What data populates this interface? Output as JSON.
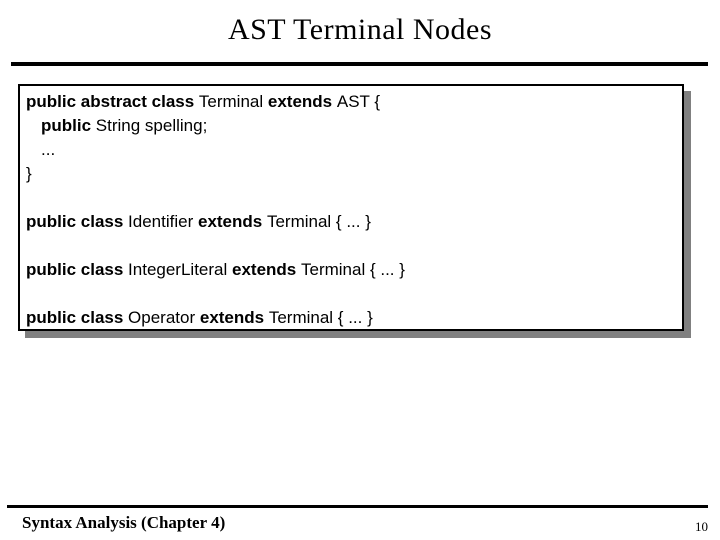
{
  "slide": {
    "title": "AST Terminal Nodes",
    "footer": {
      "label": "Syntax Analysis (Chapter 4)",
      "page_number": "10"
    },
    "colors": {
      "background": "#ffffff",
      "text": "#000000",
      "box_border": "#000000",
      "box_shadow": "#808080"
    }
  },
  "code_box": {
    "lines": [
      {
        "indent": 0,
        "segments": [
          {
            "t": "public abstract class ",
            "b": true
          },
          {
            "t": "Terminal ",
            "b": false
          },
          {
            "t": "extends ",
            "b": true
          },
          {
            "t": "AST {",
            "b": false
          }
        ]
      },
      {
        "indent": 1,
        "segments": [
          {
            "t": "public ",
            "b": true
          },
          {
            "t": "String spelling;",
            "b": false
          }
        ]
      },
      {
        "indent": 1,
        "segments": [
          {
            "t": "...",
            "b": false
          }
        ]
      },
      {
        "indent": 0,
        "segments": [
          {
            "t": "}",
            "b": false
          }
        ]
      },
      {
        "indent": 0,
        "segments": []
      },
      {
        "indent": 0,
        "segments": [
          {
            "t": "public class ",
            "b": true
          },
          {
            "t": "Identifier ",
            "b": false
          },
          {
            "t": "extends ",
            "b": true
          },
          {
            "t": "Terminal { ... }",
            "b": false
          }
        ]
      },
      {
        "indent": 0,
        "segments": []
      },
      {
        "indent": 0,
        "segments": [
          {
            "t": "public class ",
            "b": true
          },
          {
            "t": "IntegerLiteral ",
            "b": false
          },
          {
            "t": "extends ",
            "b": true
          },
          {
            "t": "Terminal { ... }",
            "b": false
          }
        ]
      },
      {
        "indent": 0,
        "segments": []
      },
      {
        "indent": 0,
        "segments": [
          {
            "t": "public class ",
            "b": true
          },
          {
            "t": "Operator ",
            "b": false
          },
          {
            "t": "extends ",
            "b": true
          },
          {
            "t": "Terminal { ... }",
            "b": false
          }
        ]
      }
    ]
  }
}
